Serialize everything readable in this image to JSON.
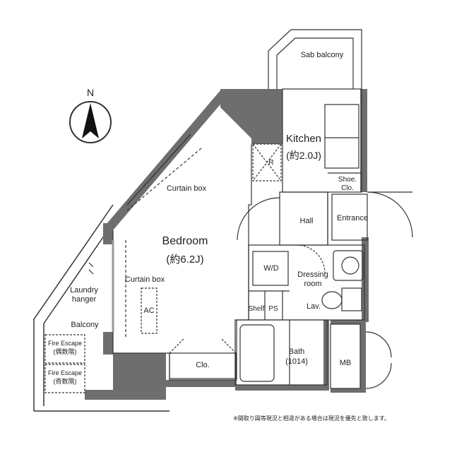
{
  "compass": {
    "label": "N"
  },
  "rooms": {
    "sub_balcony": "Sab balcony",
    "kitchen": "Kitchen",
    "kitchen_size": "(約2.0J)",
    "refrigerator": "R",
    "shoe_closet_line1": "Shoe.",
    "shoe_closet_line2": "Clo.",
    "curtain_box_top": "Curtain box",
    "bedroom": "Bedroom",
    "bedroom_size": "(約6.2J)",
    "hall": "Hall",
    "entrance": "Entrance",
    "washer_dryer": "W/D",
    "dressing_line1": "Dressing",
    "dressing_line2": "room",
    "curtain_box_left": "Curtain box",
    "laundry_line1": "Laundry",
    "laundry_line2": "hanger",
    "ac": "AC",
    "shelf": "Shelf",
    "ps": "PS",
    "lavatory": "Lav.",
    "balcony": "Balcony",
    "bath": "Bath",
    "bath_size": "(1014)",
    "fire_escape_even_line1": "Fire Escape",
    "fire_escape_even_line2": "(偶数階)",
    "fire_escape_odd_line1": "Fire Escape",
    "fire_escape_odd_line2": "(奇数階)",
    "closet": "Clo.",
    "meter_box": "MB"
  },
  "note": "※間取り図等現況と相違がある場合は現況を優先と致します。",
  "colors": {
    "wall": "#6e6e6e",
    "line": "#333333",
    "background": "#ffffff"
  }
}
